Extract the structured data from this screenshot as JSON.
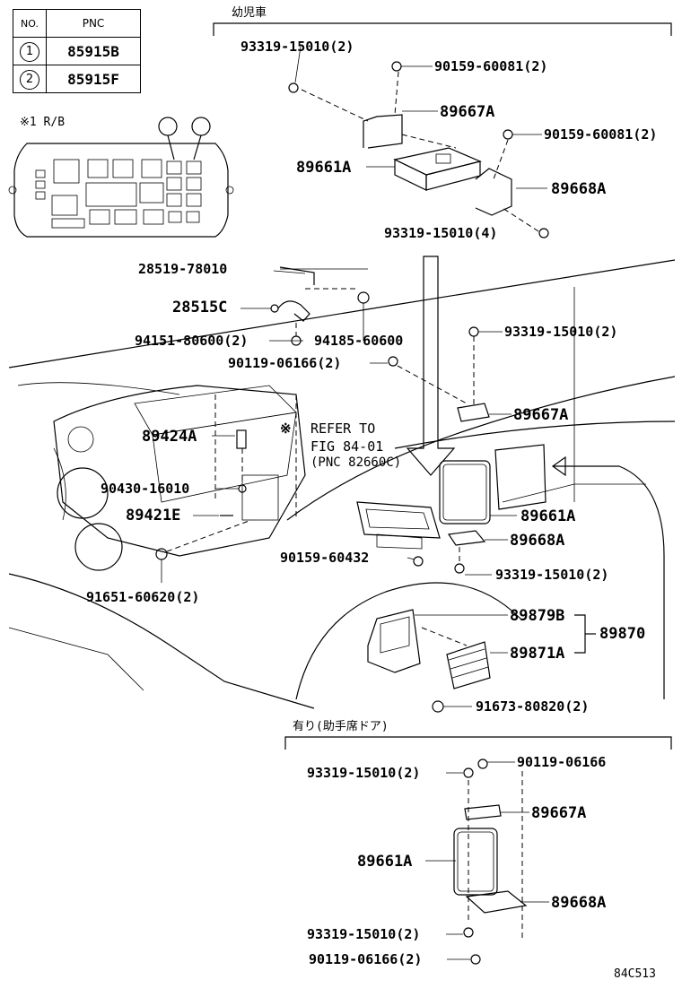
{
  "table": {
    "header_no": "NO.",
    "header_pnc": "PNC",
    "rows": [
      {
        "no": "1",
        "pnc": "85915B"
      },
      {
        "no": "2",
        "pnc": "85915F"
      }
    ]
  },
  "rb_note": "※1  R/B",
  "sections": {
    "top_title": "幼児車",
    "bottom_title": "有り(助手席ドア)"
  },
  "labels": {
    "t1": "93319-15010(2)",
    "t2": "90159-60081(2)",
    "t3": "89667A",
    "t4": "90159-60081(2)",
    "t5": "89661A",
    "t6": "89668A",
    "t7": "93319-15010(4)",
    "m1": "28519-78010",
    "m2": "28515C",
    "m3": "94151-80600(2)",
    "m4": "94185-60600",
    "m5": "90119-06166(2)",
    "m6": "93319-15010(2)",
    "m7": "89667A",
    "m8": "89424A",
    "m9": "※",
    "m10": "REFER TO",
    "m11": "FIG 84-01",
    "m12": "(PNC 82660C)",
    "m13": "90430-16010",
    "m14": "89661A",
    "m15": "89421E",
    "m16": "89668A",
    "m17": "90159-60432",
    "m18": "93319-15010(2)",
    "m19": "91651-60620(2)",
    "m20": "89879B",
    "m21": "89870",
    "m22": "89871A",
    "m23": "91673-80820(2)",
    "b1": "93319-15010(2)",
    "b2": "90119-06166",
    "b3": "89667A",
    "b4": "89661A",
    "b5": "89668A",
    "b6": "93319-15010(2)",
    "b7": "90119-06166(2)"
  },
  "figure_code": "84C513"
}
